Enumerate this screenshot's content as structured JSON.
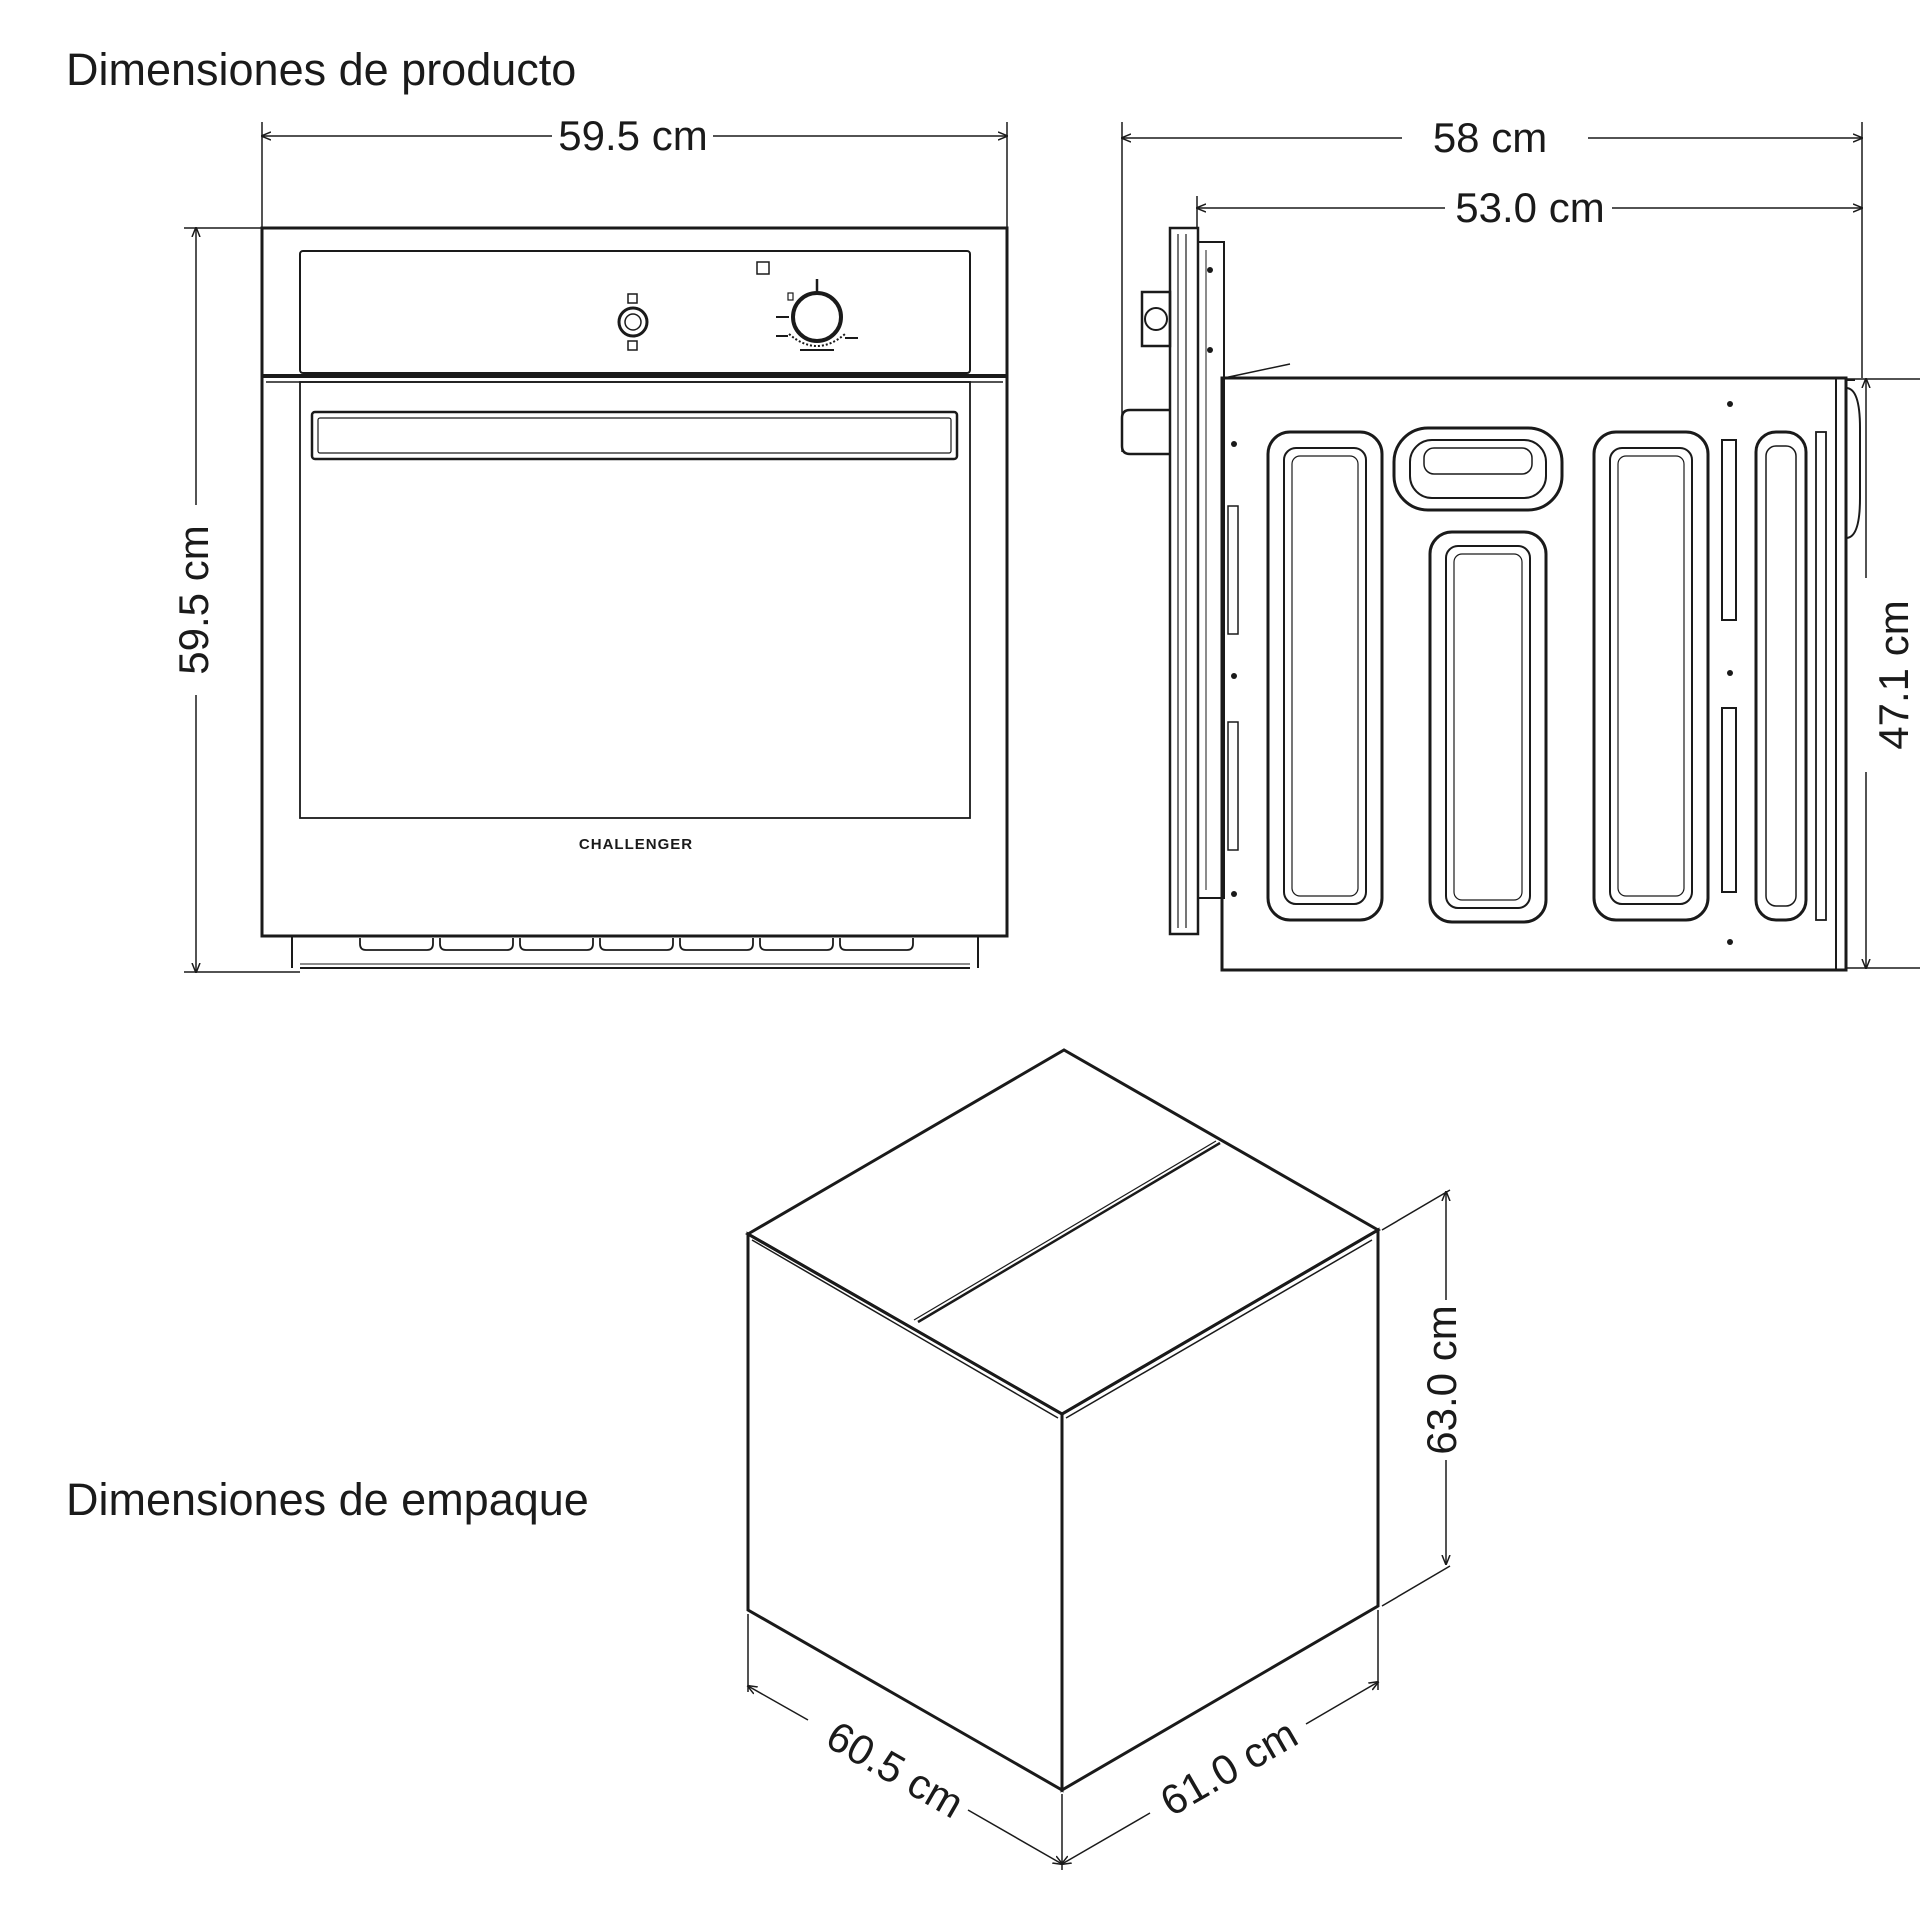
{
  "sections": {
    "product_title": "Dimensiones de producto",
    "package_title": "Dimensiones de empaque"
  },
  "front_view": {
    "width_label": "59.5 cm",
    "height_label": "59.5 cm",
    "brand": "CHALLENGER"
  },
  "side_view": {
    "overall_depth_label": "58 cm",
    "body_depth_label": "53.0 cm",
    "body_height_label": "47.1 cm"
  },
  "package_view": {
    "height_label": "63.0 cm",
    "width_label": "61.0 cm",
    "depth_label": "60.5 cm"
  },
  "colors": {
    "line": "#1a1a1a",
    "background": "#ffffff"
  }
}
